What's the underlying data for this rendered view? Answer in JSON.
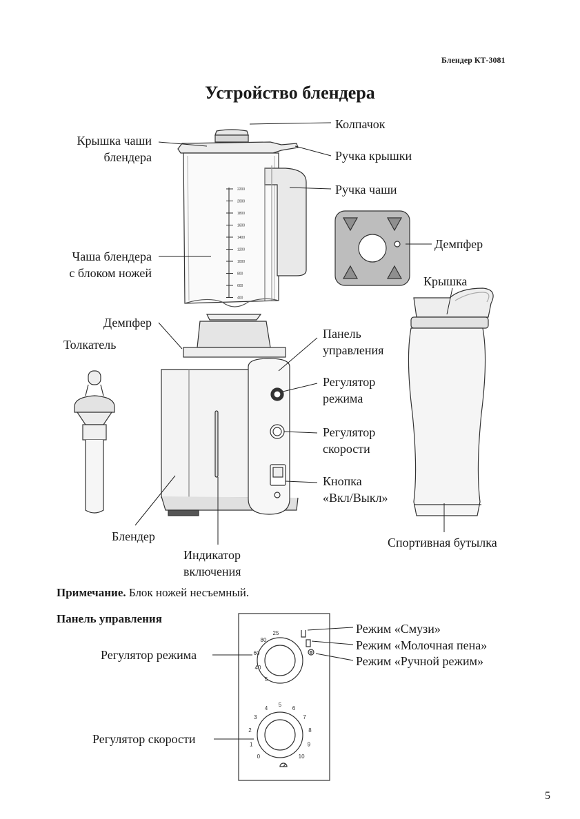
{
  "header": "Блендер КТ-3081",
  "title": "Устройство блендера",
  "labels": {
    "kolpachok": "Колпачок",
    "kryshka_chashi": "Крышка чаши\nблендера",
    "ruchka_kryshki": "Ручка крышки",
    "ruchka_chashi": "Ручка чаши",
    "dempfer_right": "Демпфер",
    "chasha": "Чаша блендера\nс блоком ножей",
    "kryshka_bottle": "Крышка",
    "dempfer_left": "Демпфер",
    "tolkatel": "Толкатель",
    "panel_upravleniya": "Панель\nуправления",
    "regulator_rezhima": "Регулятор\nрежима",
    "regulator_skorosti": "Регулятор\nскорости",
    "knopka": "Кнопка\n«Вкл/Выкл»",
    "blender": "Блендер",
    "indikator": "Индикатор\nвключения",
    "sport_bottle": "Спортивная бутылка"
  },
  "jar_scale": [
    "2200",
    "2000",
    "1800",
    "1600",
    "1400",
    "1200",
    "1000",
    "800",
    "600",
    "400"
  ],
  "note": {
    "bold": "Примечание.",
    "text": " Блок ножей несъемный."
  },
  "panel_heading": "Панель управления",
  "panel_labels": {
    "regulator_rezhima": "Регулятор режима",
    "regulator_skorosti": "Регулятор скорости",
    "smoothie": "Режим «Смузи»",
    "milk": "Режим «Молочная пена»",
    "manual": "Режим «Ручной режим»"
  },
  "mode_dial_ticks": [
    "25",
    "80",
    "60",
    "40",
    "5"
  ],
  "speed_dial_ticks": [
    "0",
    "1",
    "2",
    "3",
    "4",
    "5",
    "6",
    "7",
    "8",
    "9",
    "10"
  ],
  "page_number": "5"
}
